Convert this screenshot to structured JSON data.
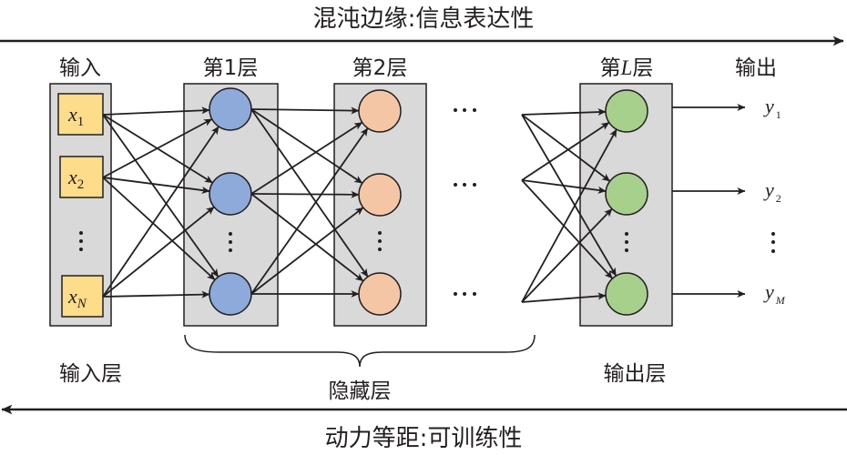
{
  "top_title": "混沌边缘:信息表达性",
  "bottom_title": "动力等距:可训练性",
  "layers": [
    {
      "id": "input",
      "header": "输入",
      "footer": "输入层",
      "nodes": [
        {
          "symbol": "x",
          "sub": "1"
        },
        {
          "symbol": "x",
          "sub": "2"
        },
        {
          "symbol": "x",
          "sub": "N"
        }
      ]
    },
    {
      "id": "hidden1",
      "header_prefix": "第",
      "header_index": "1",
      "header_suffix": "层",
      "color": "#8eaadb"
    },
    {
      "id": "hidden2",
      "header_prefix": "第",
      "header_index": "2",
      "header_suffix": "层",
      "color": "#f5c6a5"
    },
    {
      "id": "hiddenL",
      "header_prefix": "第",
      "header_index": "L",
      "header_suffix": "层",
      "color": "#a8d08d"
    },
    {
      "id": "output",
      "header": "输出",
      "footer": "输出层",
      "nodes": [
        {
          "symbol": "y",
          "sub": "1"
        },
        {
          "symbol": "y",
          "sub": "2"
        },
        {
          "symbol": "y",
          "sub": "M"
        }
      ]
    }
  ],
  "hidden_footer": "隐藏层",
  "ellipsis_h": "···",
  "colors": {
    "layer_box": "#d9d9d9",
    "input_node": "#fddc8a",
    "hidden1_node": "#8eaadb",
    "hidden2_node": "#f5c6a5",
    "hiddenL_node": "#a8d08d",
    "stroke": "#231f20"
  }
}
